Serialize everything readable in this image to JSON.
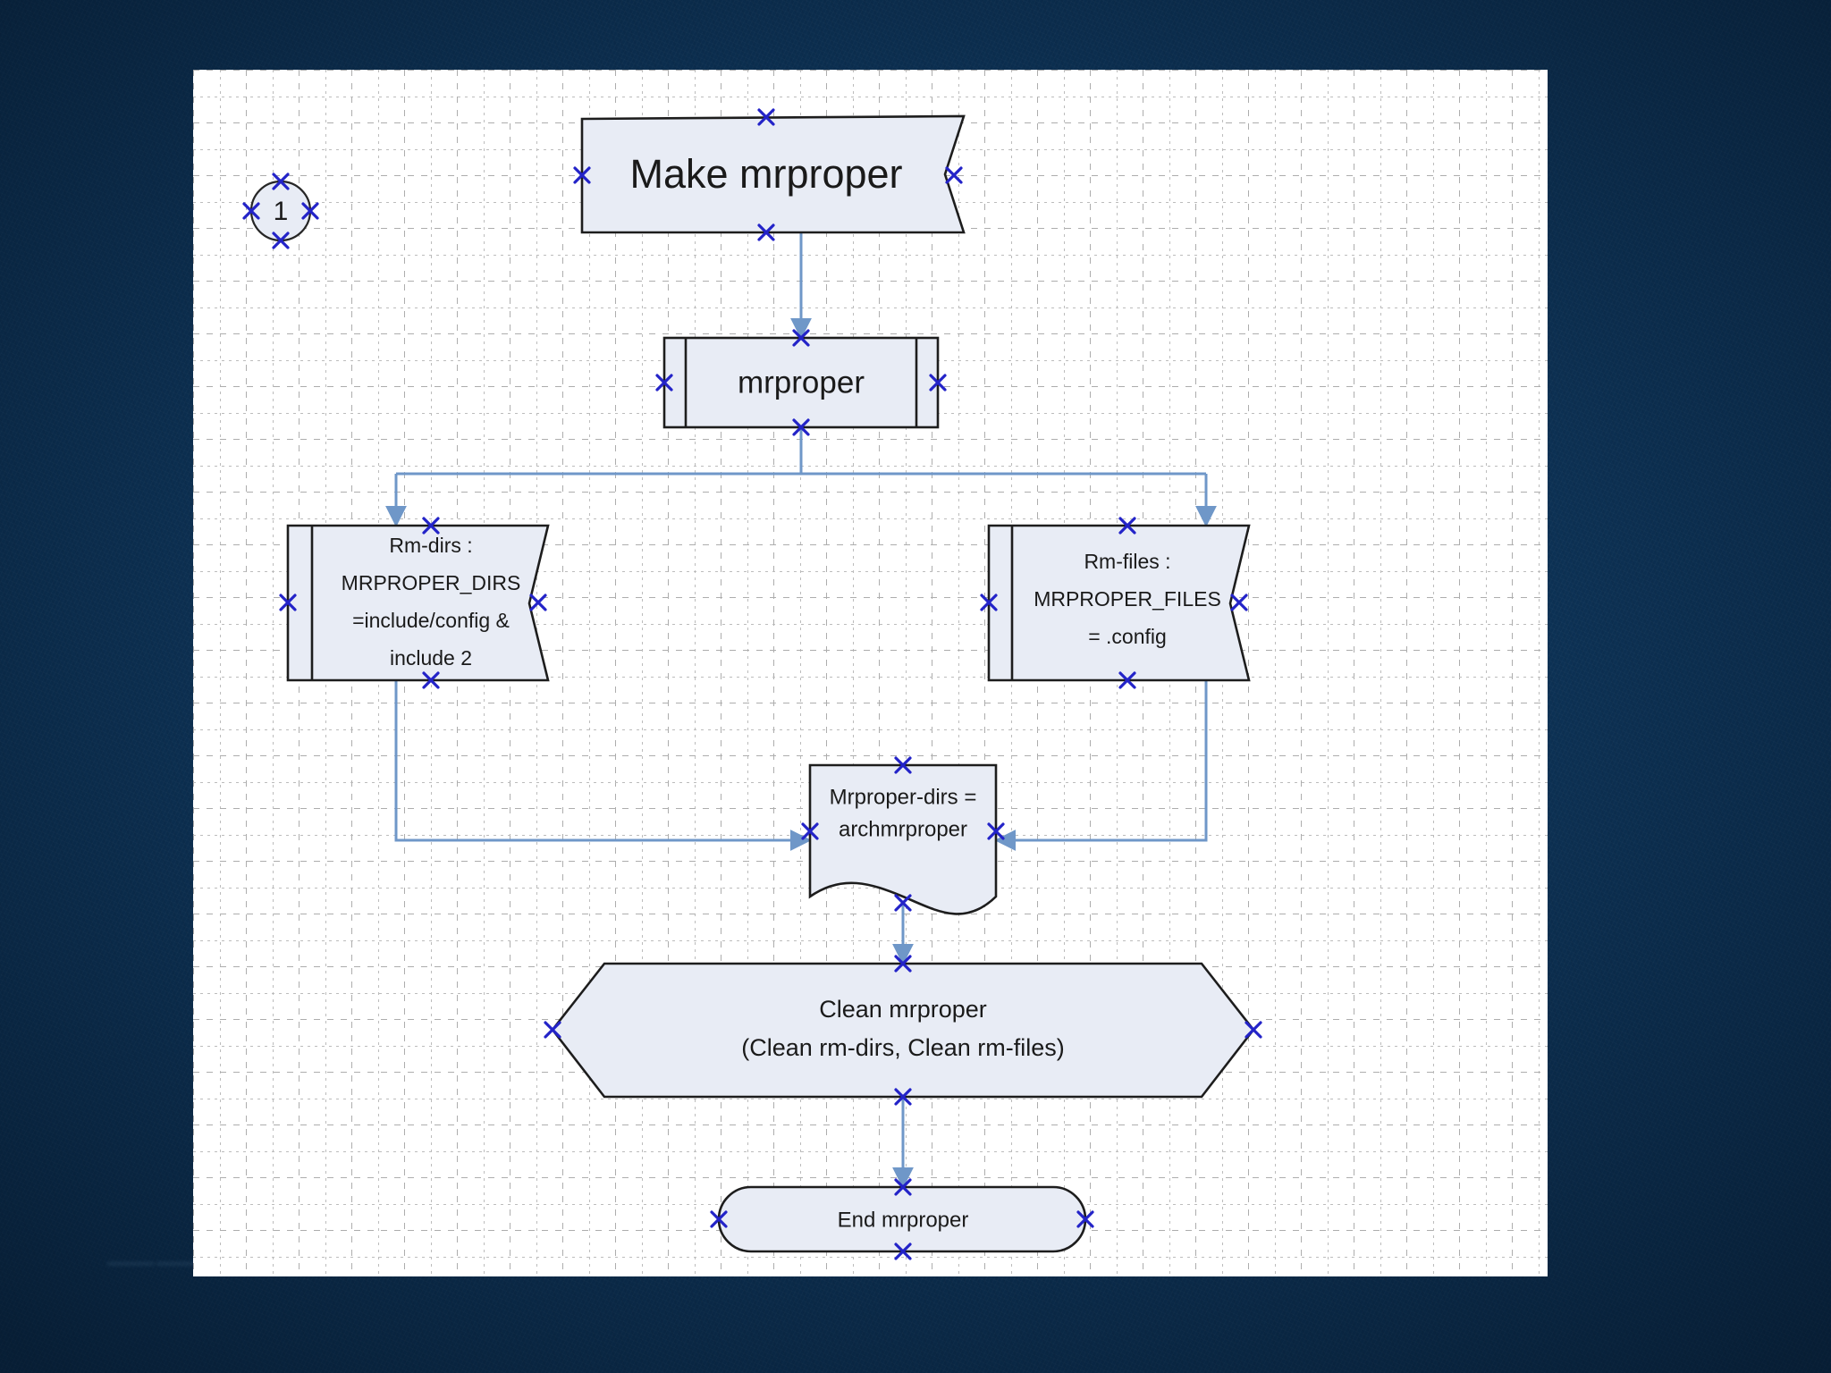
{
  "slide": {
    "background_color": "#0d3459",
    "canvas_color": "#ffffff",
    "footer_smudge": "——  ——   ———  —— ————"
  },
  "diagram": {
    "type": "flowchart",
    "title": "Make mrproper",
    "connector_label": "1",
    "nodes": [
      {
        "id": "title",
        "shape": "banner",
        "label": "Make mrproper",
        "lines": [
          "Make mrproper"
        ]
      },
      {
        "id": "connector-1",
        "shape": "circle",
        "label": "1",
        "lines": [
          "1"
        ]
      },
      {
        "id": "mrproper",
        "shape": "predefined-process",
        "label": "mrproper",
        "lines": [
          "mrproper"
        ]
      },
      {
        "id": "rm-dirs",
        "shape": "predefined-process-banner",
        "label": "Rm-dirs : MRPROPER_DIRS =include/config & include 2",
        "lines": [
          "Rm-dirs :",
          "MRPROPER_DIRS",
          "=include/config &",
          "include 2"
        ]
      },
      {
        "id": "rm-files",
        "shape": "predefined-process-banner",
        "label": "Rm-files : MRPROPER_FILES = .config",
        "lines": [
          "Rm-files :",
          "MRPROPER_FILES",
          "= .config"
        ]
      },
      {
        "id": "mrproper-dirs",
        "shape": "document",
        "label": "Mrproper-dirs = archmrproper",
        "lines": [
          "Mrproper-dirs =",
          "archmrproper"
        ]
      },
      {
        "id": "clean-mrproper",
        "shape": "hexagon",
        "label": "Clean mrproper (Clean rm-dirs, Clean rm-files)",
        "lines": [
          "Clean mrproper",
          "(Clean rm-dirs, Clean rm-files)"
        ]
      },
      {
        "id": "end-mrproper",
        "shape": "rounded-rectangle",
        "label": "End mrproper",
        "lines": [
          "End mrproper"
        ]
      }
    ],
    "edges": [
      {
        "from": "title",
        "to": "mrproper",
        "label": ""
      },
      {
        "from": "mrproper",
        "to": "rm-dirs",
        "label": ""
      },
      {
        "from": "mrproper",
        "to": "rm-files",
        "label": ""
      },
      {
        "from": "rm-dirs",
        "to": "mrproper-dirs",
        "label": ""
      },
      {
        "from": "rm-files",
        "to": "mrproper-dirs",
        "label": ""
      },
      {
        "from": "mrproper-dirs",
        "to": "clean-mrproper",
        "label": ""
      },
      {
        "from": "clean-mrproper",
        "to": "end-mrproper",
        "label": ""
      }
    ],
    "colors": {
      "node_fill": "#e8ecf5",
      "node_stroke": "#1d1d1d",
      "connector": "#6f97c8",
      "handle": "#2323c8",
      "grid_major": "#adadad",
      "grid_minor": "#bcbcbc"
    }
  }
}
